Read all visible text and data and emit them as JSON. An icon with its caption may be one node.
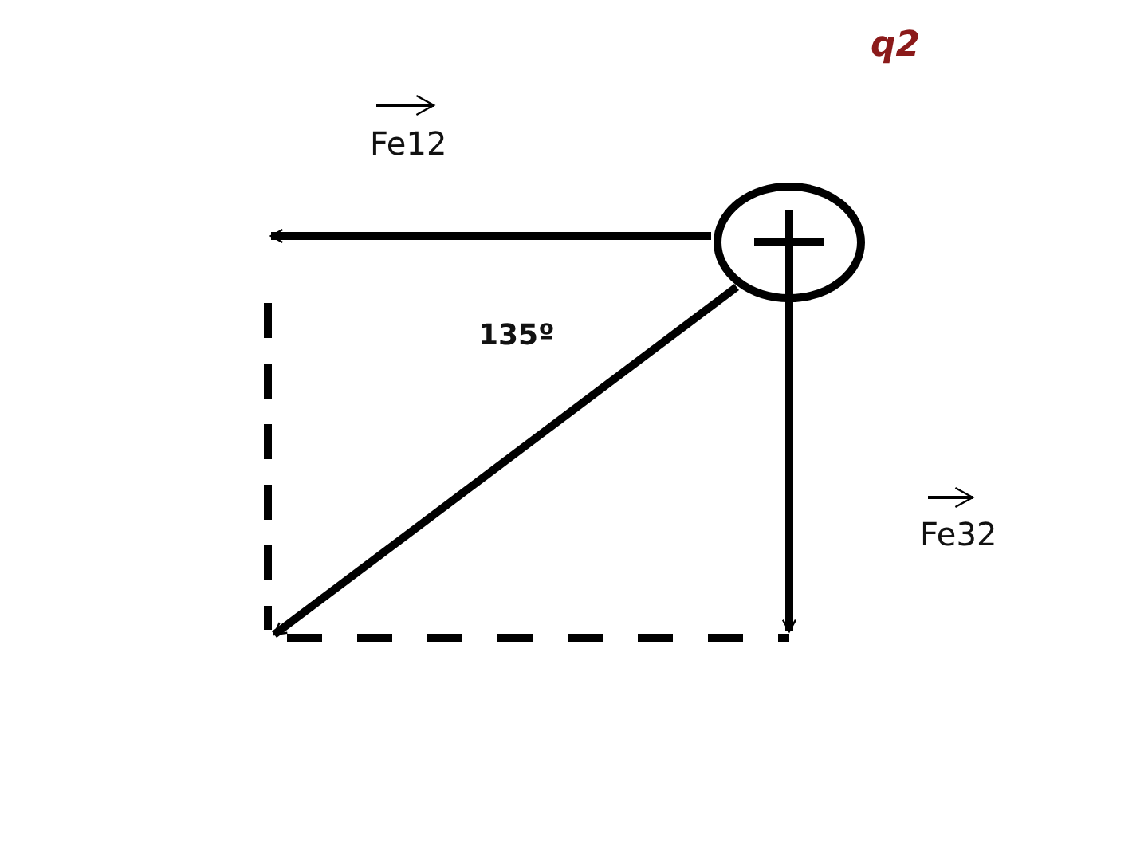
{
  "diagram": {
    "nodes": [
      {
        "text": [],
        "shape": "circle"
      }
    ],
    "labels": [
      "q2",
      "Fe12",
      "135º",
      "Fe32"
    ]
  }
}
